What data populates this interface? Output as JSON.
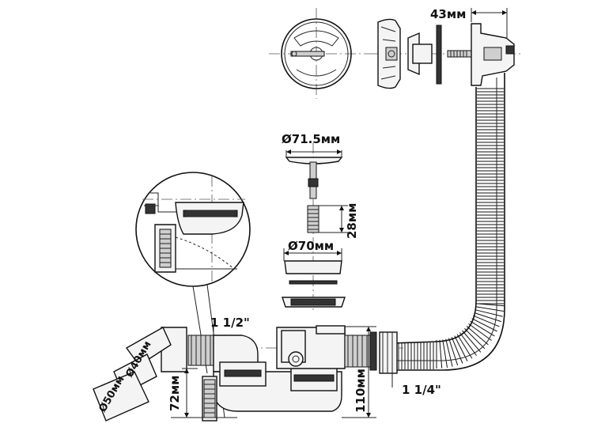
{
  "labels": {
    "overflow_depth": "43мм",
    "cap_diameter": "Ø71.5мм",
    "screw_length": "28мм",
    "drain_diameter": "Ø70мм",
    "thread_inlet": "1 1/2\"",
    "thread_outlet": "1 1/4\"",
    "pipe_d40": "Ø40мм",
    "pipe_d50": "Ø50мм",
    "trap_height": "72мм",
    "total_height": "110мм"
  },
  "colors": {
    "line": "#111111",
    "part_fill": "#f4f4f4",
    "dark_fill": "#333333",
    "grey_fill": "#cfcfcf"
  }
}
